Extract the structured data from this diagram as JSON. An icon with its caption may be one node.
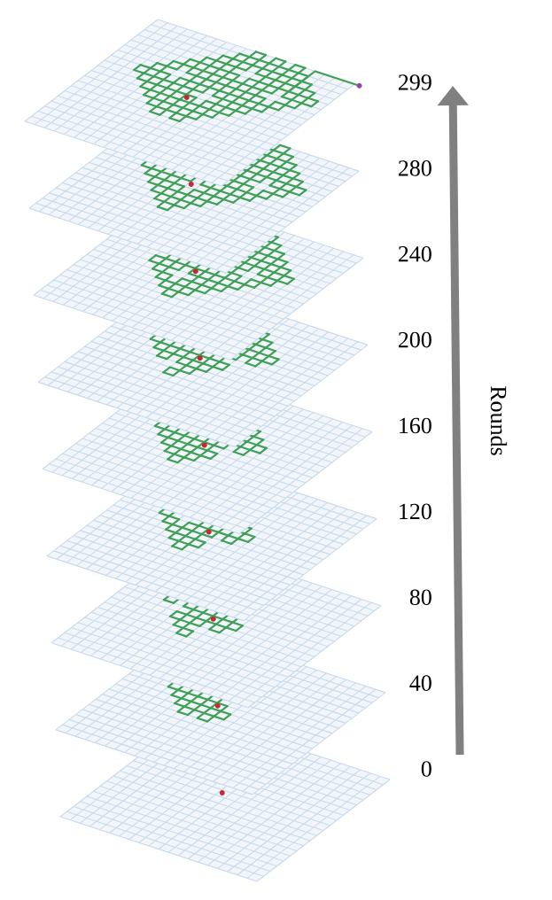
{
  "diagram": {
    "labels": [
      "299",
      "280",
      "240",
      "200",
      "160",
      "120",
      "80",
      "40",
      "0",
      "Rounds"
    ]
  }
}
